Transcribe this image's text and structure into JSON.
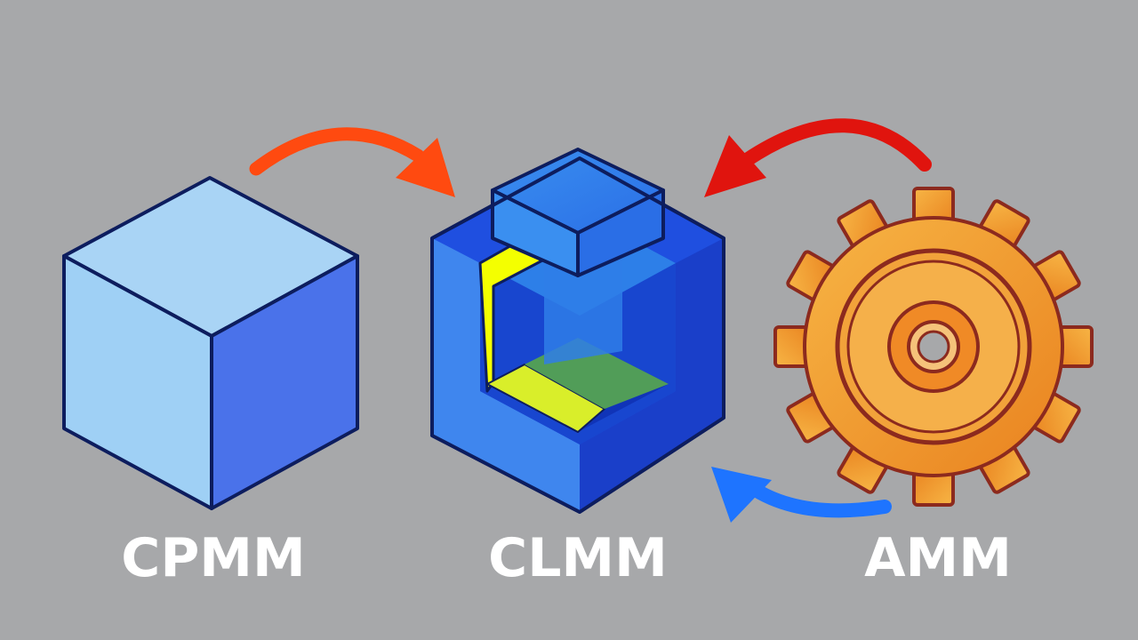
{
  "labels": {
    "cpmm": "CPMM",
    "clmm": "CLMM",
    "amm": "AMM"
  },
  "icons": {
    "left": "cube-icon",
    "center": "nested-cube-icon",
    "right": "gear-icon"
  },
  "colors": {
    "background": "#a7a8aa",
    "label_text": "#ffffff",
    "outline": "#0d1d5e",
    "cube_light_top": "#a9d4f5",
    "cube_light_left": "#9fd0f5",
    "cube_light_right": "#4a72ea",
    "clmm_blue": "#1f4fe0",
    "clmm_inner": "#2d7fe8",
    "accent_yellow": "#f4ff00",
    "accent_green": "#59a94e",
    "gear_orange": "#f39a2d",
    "gear_outline": "#8c2a1e",
    "arrow_orange": "#ff4a10",
    "arrow_red": "#e0140e",
    "arrow_blue": "#1e74ff"
  }
}
